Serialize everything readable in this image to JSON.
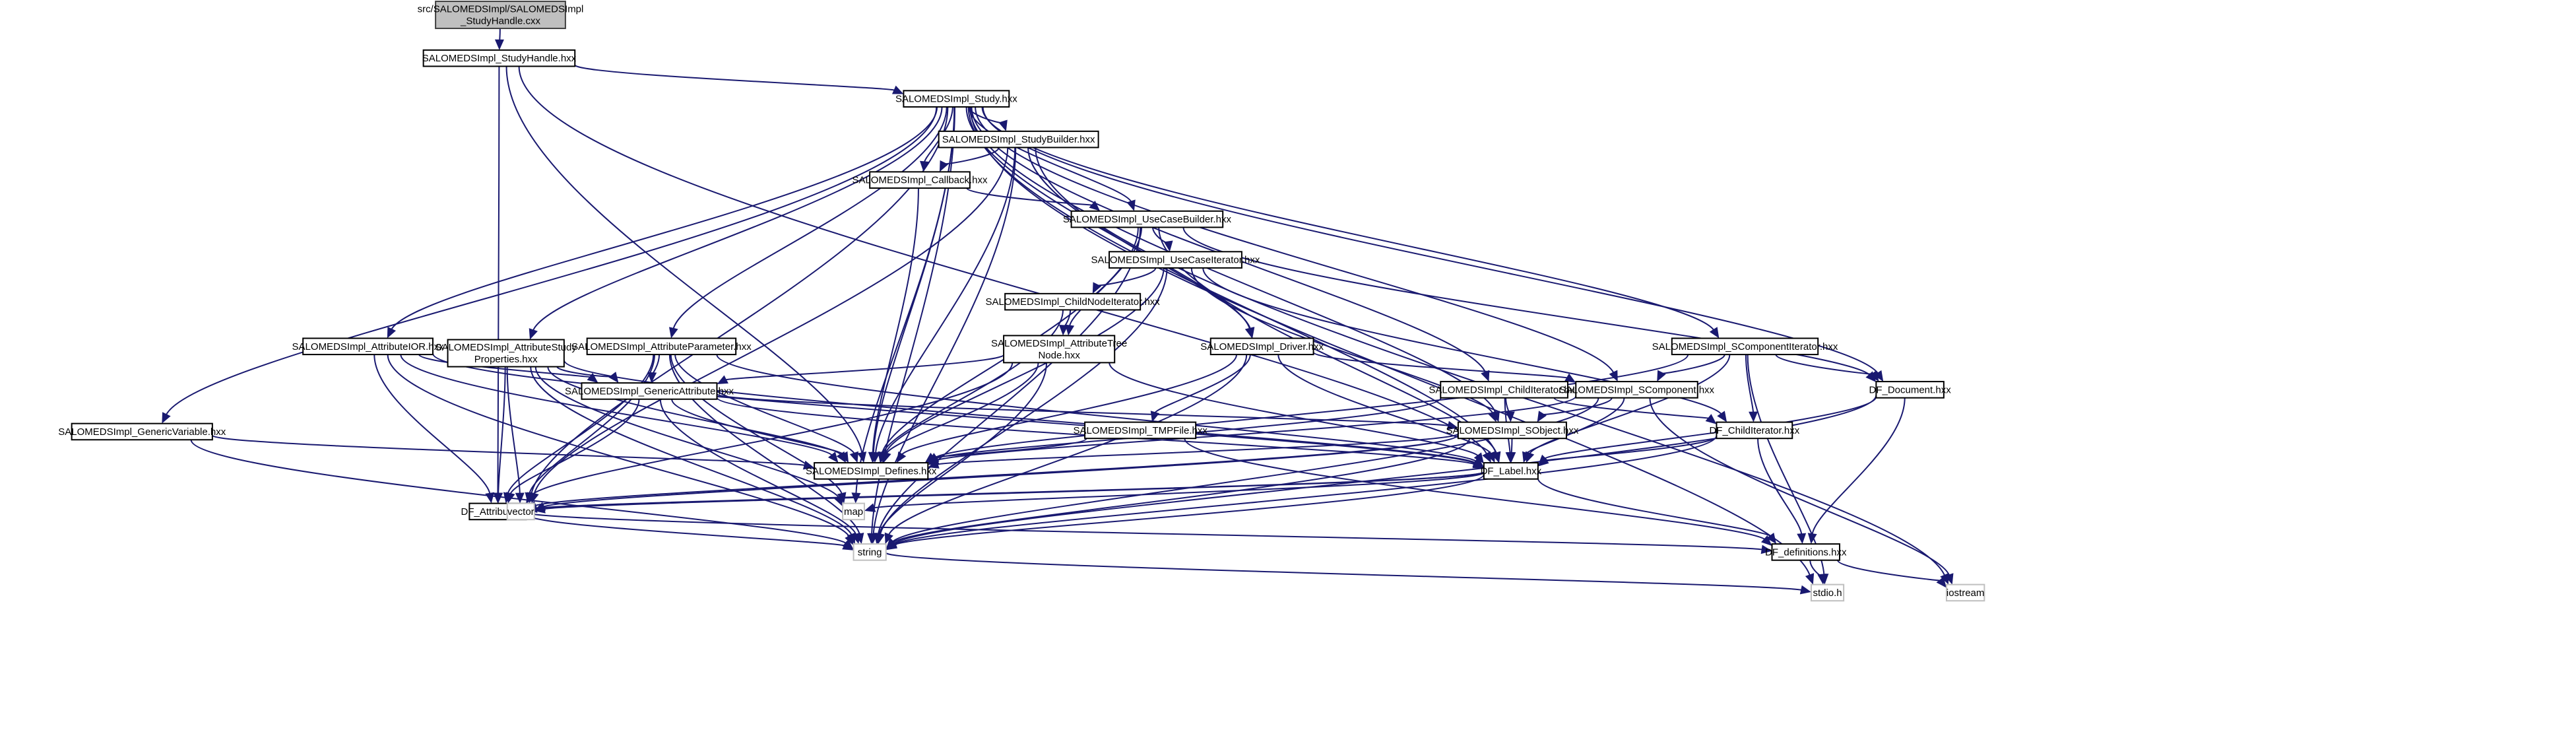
{
  "diagram": {
    "type": "include-dependency-graph",
    "root": "src/SALOMEDSImpl/SALOMEDSImpl_StudyHandle.cxx",
    "nodes": [
      {
        "id": "root",
        "lines": [
          "src/SALOMEDSImpl/SALOMEDSImpl",
          "_StudyHandle.cxx"
        ],
        "kind": "root"
      },
      {
        "id": "studyhandle",
        "lines": [
          "SALOMEDSImpl_StudyHandle.hxx"
        ],
        "kind": "file"
      },
      {
        "id": "study",
        "lines": [
          "SALOMEDSImpl_Study.hxx"
        ],
        "kind": "file"
      },
      {
        "id": "studybuilder",
        "lines": [
          "SALOMEDSImpl_StudyBuilder.hxx"
        ],
        "kind": "file"
      },
      {
        "id": "callback",
        "lines": [
          "SALOMEDSImpl_Callback.hxx"
        ],
        "kind": "file"
      },
      {
        "id": "usecasebuilder",
        "lines": [
          "SALOMEDSImpl_UseCaseBuilder.hxx"
        ],
        "kind": "file"
      },
      {
        "id": "usecaseiterator",
        "lines": [
          "SALOMEDSImpl_UseCaseIterator.hxx"
        ],
        "kind": "file"
      },
      {
        "id": "childnodeiterator",
        "lines": [
          "SALOMEDSImpl_ChildNodeIterator.hxx"
        ],
        "kind": "file"
      },
      {
        "id": "attributetreenode",
        "lines": [
          "SALOMEDSImpl_AttributeTree",
          "Node.hxx"
        ],
        "kind": "file"
      },
      {
        "id": "attributeior",
        "lines": [
          "SALOMEDSImpl_AttributeIOR.hxx"
        ],
        "kind": "file"
      },
      {
        "id": "attributestudyprops",
        "lines": [
          "SALOMEDSImpl_AttributeStudy",
          "Properties.hxx"
        ],
        "kind": "file"
      },
      {
        "id": "attributeparameter",
        "lines": [
          "SALOMEDSImpl_AttributeParameter.hxx"
        ],
        "kind": "file"
      },
      {
        "id": "genericattribute",
        "lines": [
          "SALOMEDSImpl_GenericAttribute.hxx"
        ],
        "kind": "file"
      },
      {
        "id": "genericvariable",
        "lines": [
          "SALOMEDSImpl_GenericVariable.hxx"
        ],
        "kind": "file"
      },
      {
        "id": "driver",
        "lines": [
          "SALOMEDSImpl_Driver.hxx"
        ],
        "kind": "file"
      },
      {
        "id": "tmpfile",
        "lines": [
          "SALOMEDSImpl_TMPFile.hxx"
        ],
        "kind": "file"
      },
      {
        "id": "childiterator",
        "lines": [
          "SALOMEDSImpl_ChildIterator.hxx"
        ],
        "kind": "file"
      },
      {
        "id": "scomponent",
        "lines": [
          "SALOMEDSImpl_SComponent.hxx"
        ],
        "kind": "file"
      },
      {
        "id": "scomponentiterator",
        "lines": [
          "SALOMEDSImpl_SComponentIterator.hxx"
        ],
        "kind": "file"
      },
      {
        "id": "sobject",
        "lines": [
          "SALOMEDSImpl_SObject.hxx"
        ],
        "kind": "file"
      },
      {
        "id": "defines",
        "lines": [
          "SALOMEDSImpl_Defines.hxx"
        ],
        "kind": "file"
      },
      {
        "id": "df_document",
        "lines": [
          "DF_Document.hxx"
        ],
        "kind": "file"
      },
      {
        "id": "df_childiterator",
        "lines": [
          "DF_ChildIterator.hxx"
        ],
        "kind": "file"
      },
      {
        "id": "df_label",
        "lines": [
          "DF_Label.hxx"
        ],
        "kind": "file"
      },
      {
        "id": "df_attribute",
        "lines": [
          "DF_Attribute.hxx"
        ],
        "kind": "file"
      },
      {
        "id": "df_definitions",
        "lines": [
          "DF_definitions.hxx"
        ],
        "kind": "file"
      },
      {
        "id": "vector",
        "lines": [
          "vector"
        ],
        "kind": "system"
      },
      {
        "id": "map",
        "lines": [
          "map"
        ],
        "kind": "system"
      },
      {
        "id": "string",
        "lines": [
          "string"
        ],
        "kind": "system"
      },
      {
        "id": "stdio",
        "lines": [
          "stdio.h"
        ],
        "kind": "system"
      },
      {
        "id": "iostream",
        "lines": [
          "iostream"
        ],
        "kind": "system"
      }
    ],
    "edges": [
      [
        "root",
        "studyhandle"
      ],
      [
        "studyhandle",
        "study"
      ],
      [
        "studyhandle",
        "defines"
      ],
      [
        "studyhandle",
        "df_attribute"
      ],
      [
        "studyhandle",
        "df_label"
      ],
      [
        "study",
        "studybuilder"
      ],
      [
        "study",
        "callback"
      ],
      [
        "study",
        "usecasebuilder"
      ],
      [
        "study",
        "attributeior"
      ],
      [
        "study",
        "attributestudyprops"
      ],
      [
        "study",
        "attributeparameter"
      ],
      [
        "study",
        "genericvariable"
      ],
      [
        "study",
        "driver"
      ],
      [
        "study",
        "childiterator"
      ],
      [
        "study",
        "scomponentiterator"
      ],
      [
        "study",
        "sobject"
      ],
      [
        "study",
        "scomponent"
      ],
      [
        "study",
        "df_document"
      ],
      [
        "study",
        "df_label"
      ],
      [
        "study",
        "defines"
      ],
      [
        "study",
        "vector"
      ],
      [
        "study",
        "map"
      ],
      [
        "study",
        "string"
      ],
      [
        "study",
        "stdio"
      ],
      [
        "studybuilder",
        "callback"
      ],
      [
        "studybuilder",
        "driver"
      ],
      [
        "studybuilder",
        "defines"
      ],
      [
        "studybuilder",
        "string"
      ],
      [
        "studybuilder",
        "vector"
      ],
      [
        "studybuilder",
        "iostream"
      ],
      [
        "callback",
        "usecasebuilder"
      ],
      [
        "callback",
        "defines"
      ],
      [
        "usecasebuilder",
        "usecaseiterator"
      ],
      [
        "usecasebuilder",
        "attributetreenode"
      ],
      [
        "usecasebuilder",
        "defines"
      ],
      [
        "usecasebuilder",
        "df_label"
      ],
      [
        "usecasebuilder",
        "df_document"
      ],
      [
        "usecasebuilder",
        "string"
      ],
      [
        "usecaseiterator",
        "childnodeiterator"
      ],
      [
        "usecaseiterator",
        "defines"
      ],
      [
        "usecaseiterator",
        "sobject"
      ],
      [
        "usecaseiterator",
        "df_childiterator"
      ],
      [
        "usecaseiterator",
        "string"
      ],
      [
        "childnodeiterator",
        "attributetreenode"
      ],
      [
        "childnodeiterator",
        "defines"
      ],
      [
        "attributetreenode",
        "genericattribute"
      ],
      [
        "attributetreenode",
        "defines"
      ],
      [
        "attributetreenode",
        "df_label"
      ],
      [
        "attributetreenode",
        "df_attribute"
      ],
      [
        "attributetreenode",
        "string"
      ],
      [
        "attributeior",
        "genericattribute"
      ],
      [
        "attributeior",
        "defines"
      ],
      [
        "attributeior",
        "df_label"
      ],
      [
        "attributeior",
        "df_attribute"
      ],
      [
        "attributeior",
        "string"
      ],
      [
        "attributestudyprops",
        "genericattribute"
      ],
      [
        "attributestudyprops",
        "defines"
      ],
      [
        "attributestudyprops",
        "df_label"
      ],
      [
        "attributestudyprops",
        "df_attribute"
      ],
      [
        "attributestudyprops",
        "string"
      ],
      [
        "attributestudyprops",
        "map"
      ],
      [
        "attributestudyprops",
        "vector"
      ],
      [
        "attributeparameter",
        "genericattribute"
      ],
      [
        "attributeparameter",
        "defines"
      ],
      [
        "attributeparameter",
        "df_label"
      ],
      [
        "attributeparameter",
        "df_attribute"
      ],
      [
        "attributeparameter",
        "string"
      ],
      [
        "attributeparameter",
        "map"
      ],
      [
        "attributeparameter",
        "vector"
      ],
      [
        "genericattribute",
        "defines"
      ],
      [
        "genericattribute",
        "sobject"
      ],
      [
        "genericattribute",
        "df_label"
      ],
      [
        "genericattribute",
        "df_attribute"
      ],
      [
        "genericattribute",
        "string"
      ],
      [
        "genericvariable",
        "defines"
      ],
      [
        "genericvariable",
        "string"
      ],
      [
        "driver",
        "tmpfile"
      ],
      [
        "driver",
        "scomponent"
      ],
      [
        "driver",
        "defines"
      ],
      [
        "driver",
        "string"
      ],
      [
        "driver",
        "df_label"
      ],
      [
        "tmpfile",
        "defines"
      ],
      [
        "tmpfile",
        "df_definitions"
      ],
      [
        "childiterator",
        "sobject"
      ],
      [
        "childiterator",
        "df_childiterator"
      ],
      [
        "childiterator",
        "df_label"
      ],
      [
        "childiterator",
        "defines"
      ],
      [
        "scomponentiterator",
        "scomponent"
      ],
      [
        "scomponentiterator",
        "df_document"
      ],
      [
        "scomponentiterator",
        "df_childiterator"
      ],
      [
        "scomponentiterator",
        "df_label"
      ],
      [
        "scomponentiterator",
        "defines"
      ],
      [
        "scomponentiterator",
        "stdio"
      ],
      [
        "scomponent",
        "sobject"
      ],
      [
        "scomponent",
        "df_label"
      ],
      [
        "scomponent",
        "defines"
      ],
      [
        "scomponent",
        "string"
      ],
      [
        "scomponent",
        "iostream"
      ],
      [
        "sobject",
        "defines"
      ],
      [
        "sobject",
        "df_label"
      ],
      [
        "sobject",
        "df_attribute"
      ],
      [
        "sobject",
        "string"
      ],
      [
        "sobject",
        "vector"
      ],
      [
        "df_document",
        "df_label"
      ],
      [
        "df_document",
        "df_definitions"
      ],
      [
        "df_document",
        "string"
      ],
      [
        "df_childiterator",
        "df_label"
      ],
      [
        "df_childiterator",
        "df_definitions"
      ],
      [
        "df_childiterator",
        "string"
      ],
      [
        "df_label",
        "df_definitions"
      ],
      [
        "df_label",
        "df_attribute"
      ],
      [
        "df_label",
        "string"
      ],
      [
        "df_label",
        "vector"
      ],
      [
        "df_label",
        "map"
      ],
      [
        "df_attribute",
        "df_definitions"
      ],
      [
        "df_attribute",
        "string"
      ],
      [
        "df_definitions",
        "stdio"
      ],
      [
        "df_definitions",
        "iostream"
      ],
      [
        "string",
        "stdio"
      ]
    ]
  }
}
